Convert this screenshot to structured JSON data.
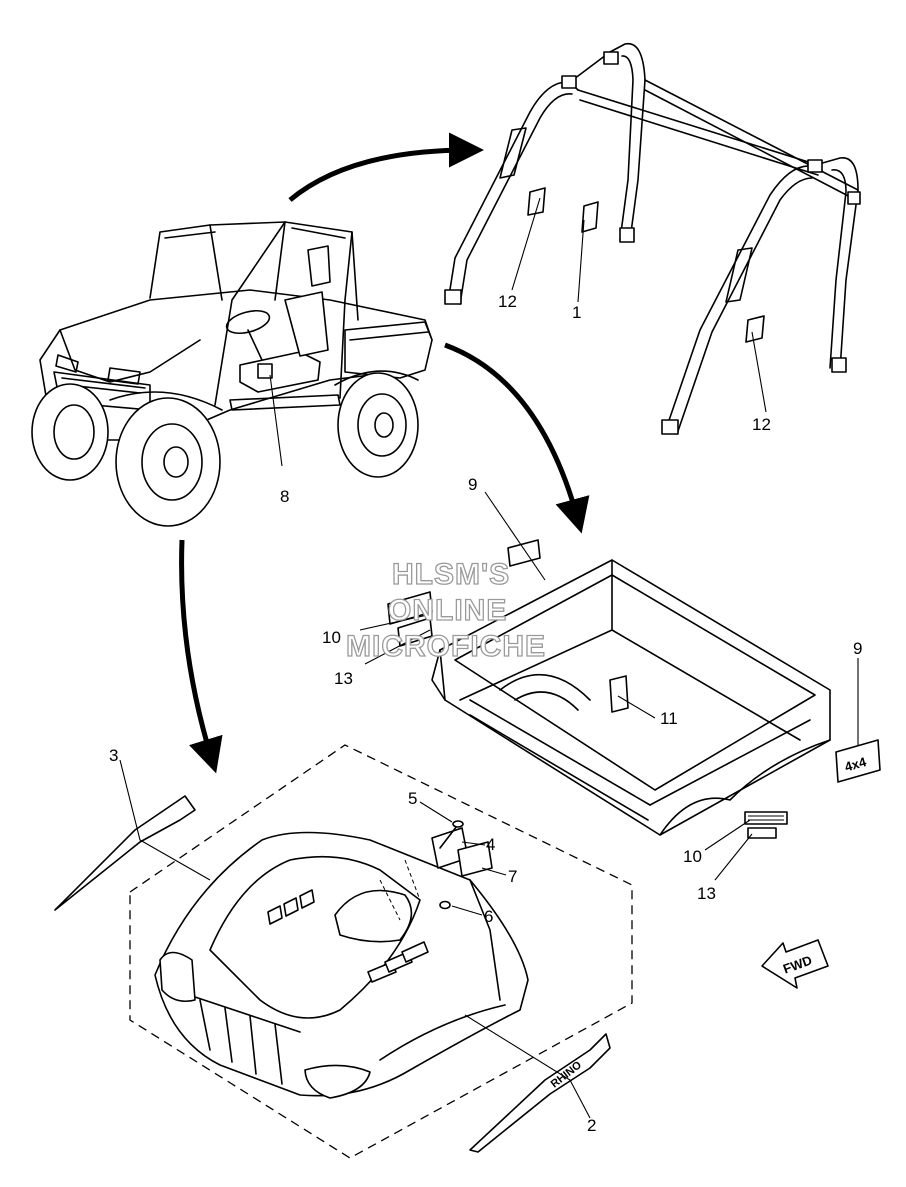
{
  "watermark": {
    "line1": "HLSM'S",
    "line2": "ONLINE",
    "line3": "MICROFICHE"
  },
  "direction_badge": {
    "label": "FWD",
    "icon": "arrow-left-icon"
  },
  "decal_text": {
    "rhino": "RHINO",
    "four_by_four": "4x4"
  },
  "callouts": {
    "c1": "1",
    "c2": "2",
    "c3": "3",
    "c4": "4",
    "c5": "5",
    "c6": "6",
    "c7": "7",
    "c8": "8",
    "c9a": "9",
    "c9b": "9",
    "c10a": "10",
    "c10b": "10",
    "c11": "11",
    "c12a": "12",
    "c12b": "12",
    "c13a": "13",
    "c13b": "13"
  }
}
